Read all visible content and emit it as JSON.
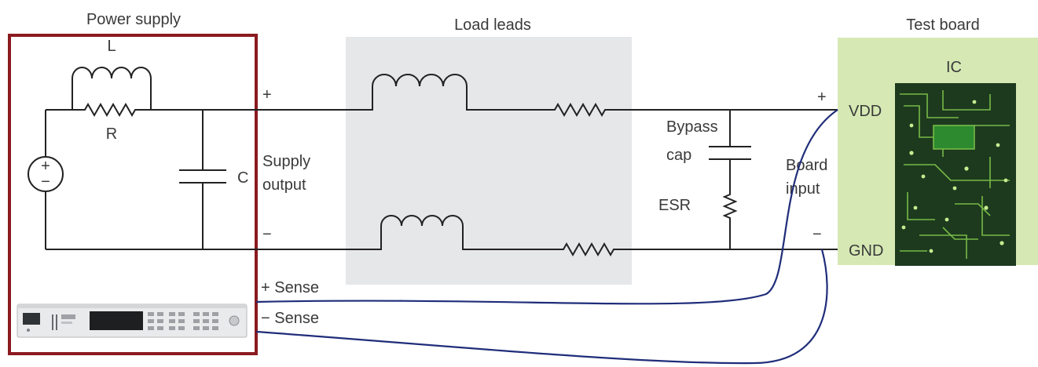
{
  "sections": {
    "power_supply": "Power supply",
    "load_leads": "Load leads",
    "test_board": "Test board"
  },
  "power_supply": {
    "inductor": "L",
    "resistor": "R",
    "capacitor": "C",
    "source_plus": "+",
    "source_minus": "−",
    "output_line1": "Supply",
    "output_line2": "output",
    "out_plus": "+",
    "out_minus": "−"
  },
  "board": {
    "ic": "IC",
    "vdd": "VDD",
    "gnd": "GND",
    "bypass_line1": "Bypass",
    "bypass_line2": "cap",
    "esr": "ESR",
    "input_line1": "Board",
    "input_line2": "input",
    "in_plus": "+",
    "in_minus": "−"
  },
  "sense": {
    "plus": "+ Sense",
    "minus": "−  Sense"
  },
  "colors": {
    "psu_border": "#8b1a1f",
    "load_region": "#e6e7e9",
    "board_region": "#d6e9b4",
    "sense_wire": "#1f2d7a",
    "pcb": "#1d3a1e",
    "trace": "#7cc04a"
  }
}
